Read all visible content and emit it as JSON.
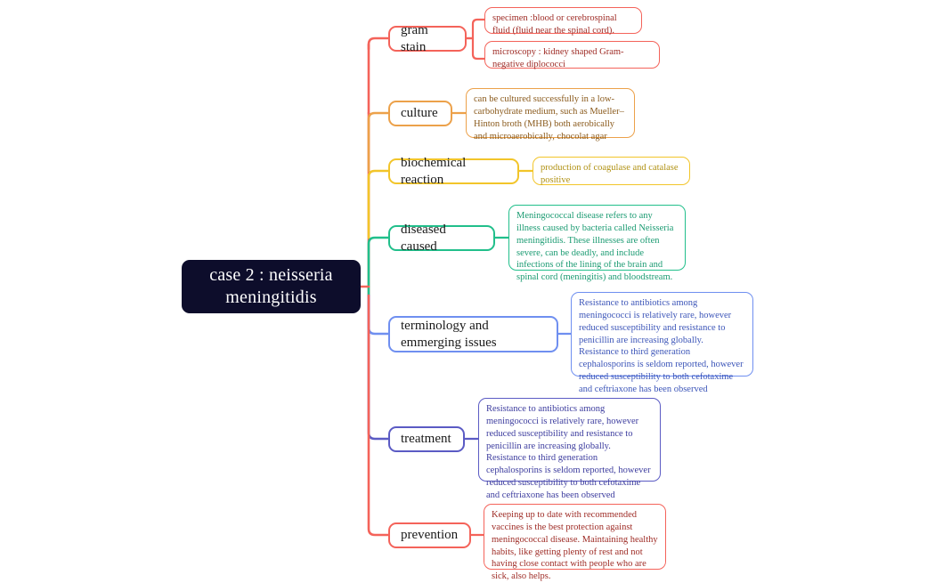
{
  "diagram": {
    "type": "mind-map",
    "background": "#ffffff",
    "root": {
      "label": "case 2 : neisseria meningitidis",
      "fill": "#0d0d2b",
      "text_color": "#ffffff"
    },
    "branches": [
      {
        "id": "gram-stain",
        "label": "gram stain",
        "color": "#f4635a",
        "leaf_text_color": "#9e2b25",
        "children": [
          {
            "text": "specimen :blood or cerebrospinal fluid (fluid near the spinal cord)."
          },
          {
            "text": "microscopy : kidney shaped Gram-negative diplococci"
          }
        ]
      },
      {
        "id": "culture",
        "label": "culture",
        "color": "#e9a košice",
        "leaf_text_color": "#8a5a1c",
        "children": [
          {
            "text": "can be cultured successfully in a low-carbohydrate medium, such as Mueller–Hinton broth (MHB) both aerobically and microaerobically, chocolat agar"
          }
        ]
      },
      {
        "id": "biochemical-reaction",
        "label": "biochemical reaction",
        "color": "#f2c52a",
        "leaf_text_color": "#b09113",
        "children": [
          {
            "text": "production of coagulase and catalase positive"
          }
        ]
      },
      {
        "id": "diseased-caused",
        "label": "diseased caused",
        "color": "#21bf8b",
        "leaf_text_color": "#1b9b72",
        "children": [
          {
            "text": "Meningococcal disease refers to any illness caused by bacteria called Neisseria meningitidis. These illnesses are often severe, can be deadly, and include infections of the lining of the brain and spinal cord (meningitis) and bloodstream."
          }
        ]
      },
      {
        "id": "terminology-and-emmerging-issues",
        "label": "terminology and emmerging issues",
        "color": "#6f8ff0",
        "leaf_text_color": "#3c55b8",
        "children": [
          {
            "text": "Resistance to antibiotics among meningococci is relatively rare, however reduced susceptibility and resistance to penicillin are increasing globally. Resistance to third generation cephalosporins is seldom reported, however reduced susceptibility to both cefotaxime and ceftriaxone has been observed"
          }
        ]
      },
      {
        "id": "treatment",
        "label": "treatment",
        "color": "#5b5bc4",
        "leaf_text_color": "#3c3c9e",
        "children": [
          {
            "text": "Resistance to antibiotics among meningococci is relatively rare, however reduced susceptibility and resistance to penicillin are increasing globally. Resistance to third generation cephalosporins is seldom reported, however reduced susceptibility to both cefotaxime and ceftriaxone has been observed"
          }
        ]
      },
      {
        "id": "prevention",
        "label": "prevention",
        "color": "#f4635a",
        "leaf_text_color": "#9e2b25",
        "children": [
          {
            "text": "Keeping up to date with recommended vaccines is the best protection against meningococcal disease. Maintaining healthy habits, like getting plenty of rest and not having close contact with people who are sick, also helps."
          }
        ]
      }
    ]
  }
}
